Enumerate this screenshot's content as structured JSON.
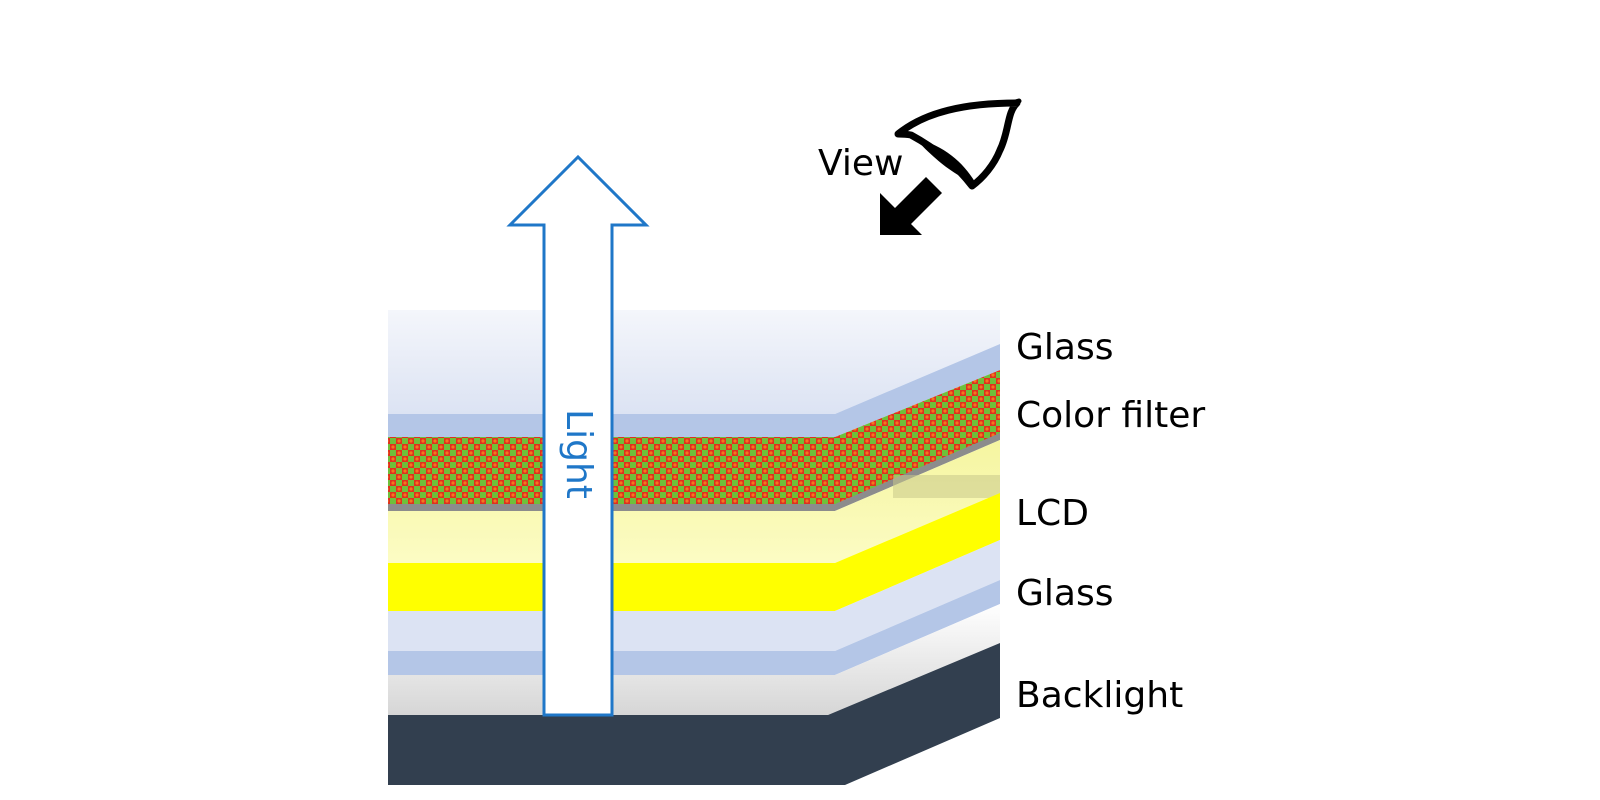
{
  "diagram": {
    "view_label": "View",
    "light_label": "Light",
    "layers": [
      {
        "id": "glass-top",
        "label": "Glass"
      },
      {
        "id": "color-filter",
        "label": "Color filter"
      },
      {
        "id": "lcd",
        "label": "LCD"
      },
      {
        "id": "glass-bottom",
        "label": "Glass"
      },
      {
        "id": "backlight",
        "label": "Backlight"
      }
    ]
  },
  "colors": {
    "glass_light": "#DCE3F3",
    "glass_band": "#B4C6E7",
    "color_filter_red": "#E0301E",
    "color_filter_green": "#6FBF3A",
    "lcd_pale": "#FAFAA8",
    "lcd_bright": "#FFFF00",
    "backlight_top": "#F2F2F2",
    "backlight_base": "#323F4F",
    "light_arrow": "#1F77C8",
    "view_arrow": "#000000"
  },
  "icons": {
    "viewer": "eye-icon",
    "view_direction": "arrow-down-left-icon",
    "light_direction": "arrow-up-icon"
  }
}
